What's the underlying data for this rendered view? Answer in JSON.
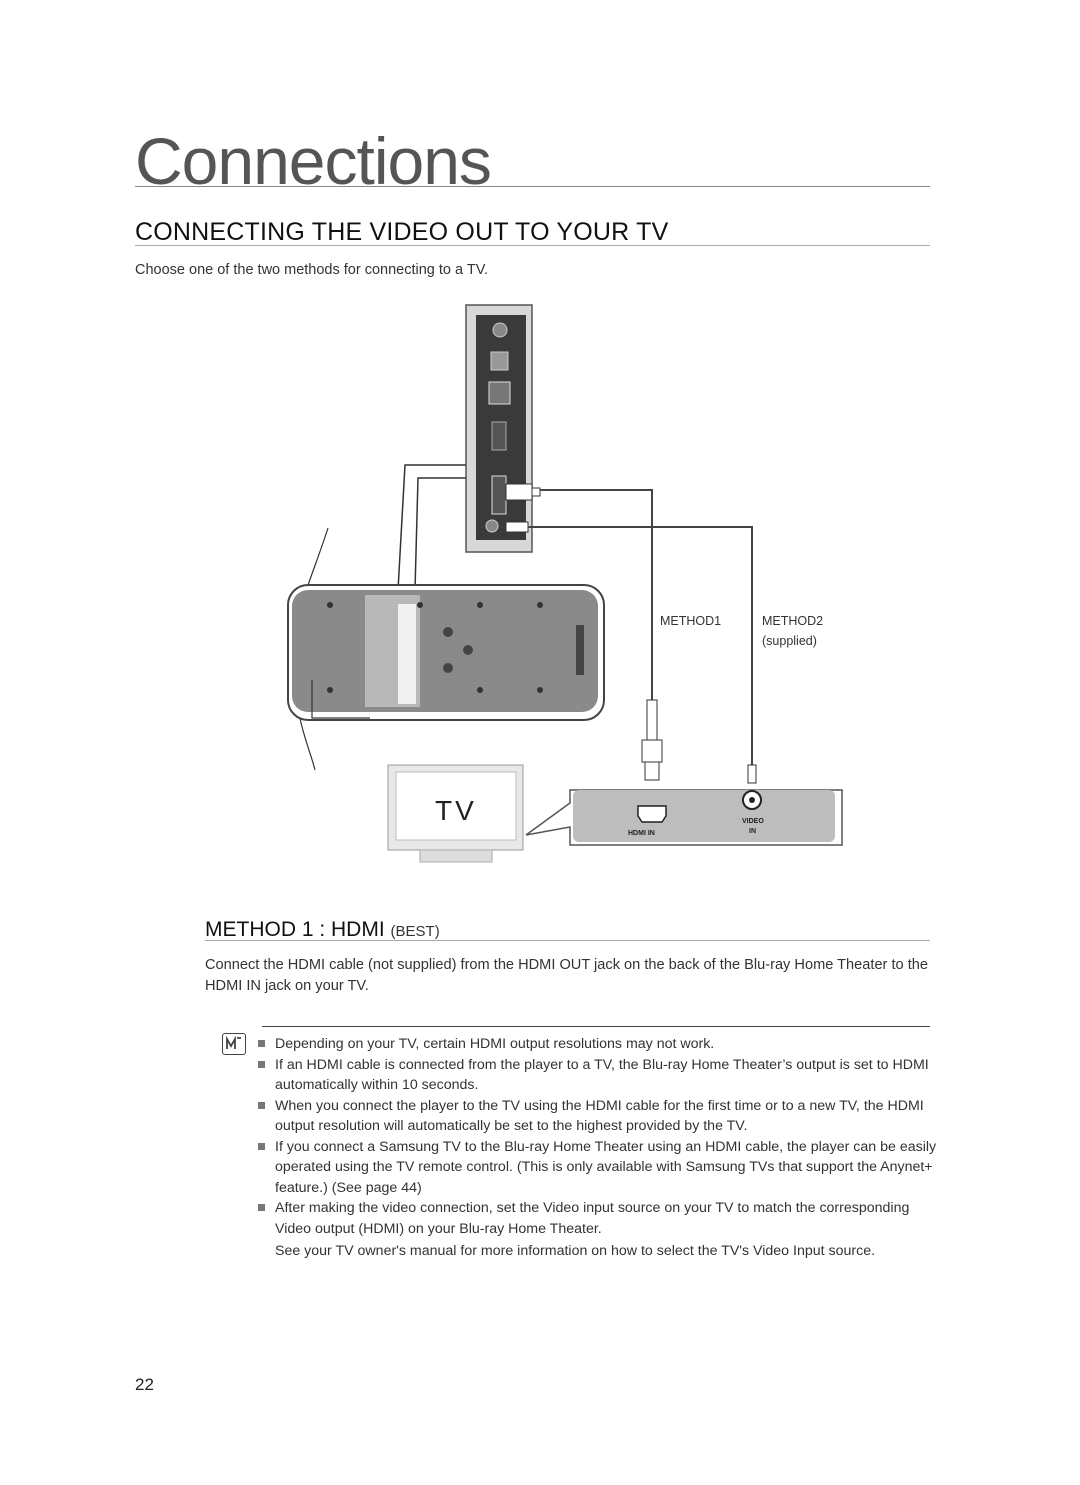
{
  "chapter": {
    "title": "Connections"
  },
  "section": {
    "title": "CONNECTING THE VIDEO OUT TO YOUR TV",
    "intro": "Choose one of the two methods for connecting to a TV."
  },
  "diagram": {
    "method1_label": "METHOD1",
    "method2_label": "METHOD2",
    "method2_note": "(supplied)",
    "tv_label": "TV",
    "hdmi_in_label": "HDMI IN",
    "video_label": "VIDEO",
    "in_label": "IN"
  },
  "method1": {
    "title": "METHOD 1 : HDMI",
    "suffix": "(BEST)",
    "description": "Connect the HDMI cable (not supplied) from the HDMI OUT jack on the back of the Blu-ray Home Theater to the HDMI IN jack on your TV."
  },
  "notes": [
    "Depending on your TV, certain HDMI output resolutions may not work.",
    "If an HDMI cable is connected from the player to a TV, the Blu-ray Home Theater’s output is set to HDMI automatically within 10 seconds.",
    "When you connect the player to the TV using the HDMI cable for the first time or to a new TV, the HDMI output resolution will automatically be set to the highest provided by the TV.",
    "If you connect a Samsung TV to the Blu-ray Home Theater using an HDMI cable, the player can be easily operated using the TV remote control. (This is only available with Samsung TVs that support the Anynet+ feature.) (See page 44)",
    "After making the video connection, set the Video input source on your TV to match the corresponding Video output (HDMI) on your Blu-ray Home Theater."
  ],
  "note_continuation": "See your TV owner's manual for more information on how to select the TV's Video Input source.",
  "page_number": "22"
}
